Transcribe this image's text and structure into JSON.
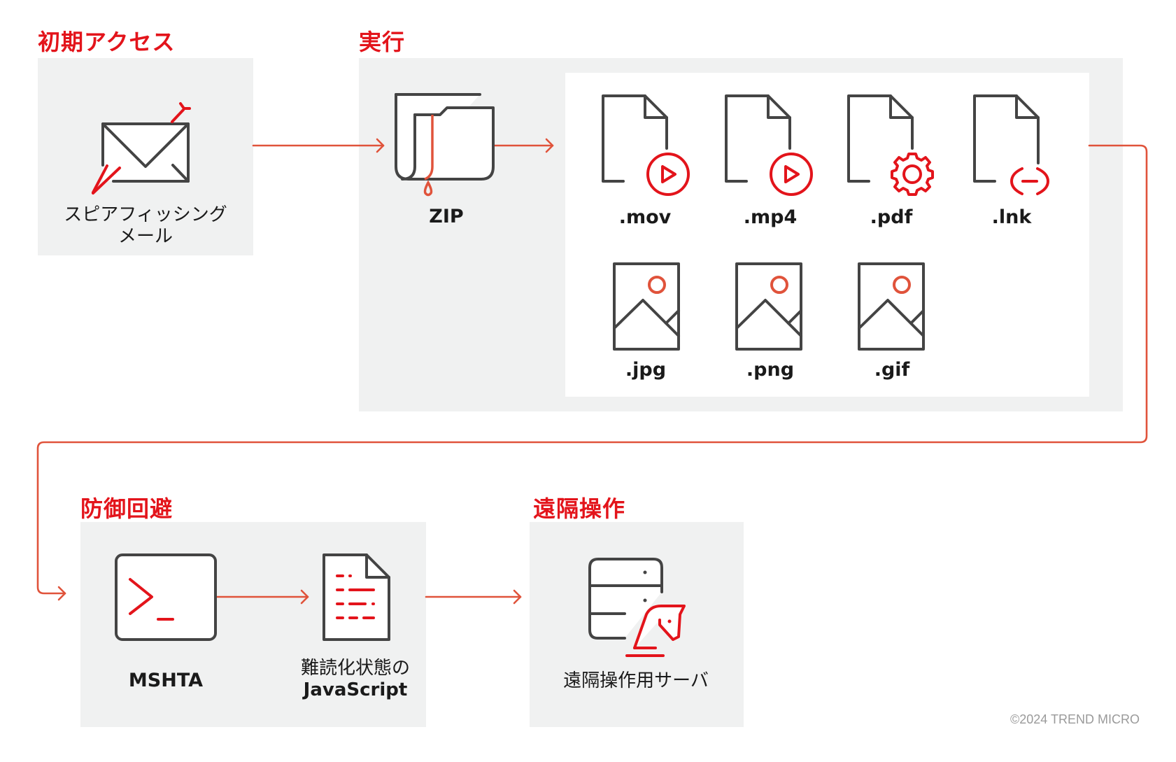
{
  "stages": {
    "initial_access": {
      "title": "初期アクセス",
      "items": [
        {
          "label_line1": "スピアフィッシング",
          "label_line2": "メール",
          "icon": "phishing-mail-icon"
        }
      ]
    },
    "execution": {
      "title": "実行",
      "archive": {
        "label": "ZIP",
        "icon": "zip-folder-icon"
      },
      "files": [
        {
          "label": ".mov",
          "icon": "video-file-icon"
        },
        {
          "label": ".mp4",
          "icon": "video-file-icon"
        },
        {
          "label": ".pdf",
          "icon": "settings-file-icon"
        },
        {
          "label": ".lnk",
          "icon": "link-file-icon"
        },
        {
          "label": ".jpg",
          "icon": "image-file-icon"
        },
        {
          "label": ".png",
          "icon": "image-file-icon"
        },
        {
          "label": ".gif",
          "icon": "image-file-icon"
        }
      ]
    },
    "defense_evasion": {
      "title": "防御回避",
      "items": [
        {
          "label": "MSHTA",
          "icon": "terminal-icon"
        },
        {
          "label_line1": "難読化状態の",
          "label_line2": "JavaScript",
          "icon": "script-file-icon"
        }
      ]
    },
    "command_and_control": {
      "title": "遠隔操作",
      "items": [
        {
          "label": "遠隔操作用サーバ",
          "icon": "trojan-server-icon"
        }
      ]
    }
  },
  "copyright": "©2024 TREND MICRO",
  "colors": {
    "accent_red": "#e3141b",
    "arrow_red": "#e0533b",
    "icon_gray": "#444444",
    "panel_gray": "#f0f1f1"
  }
}
